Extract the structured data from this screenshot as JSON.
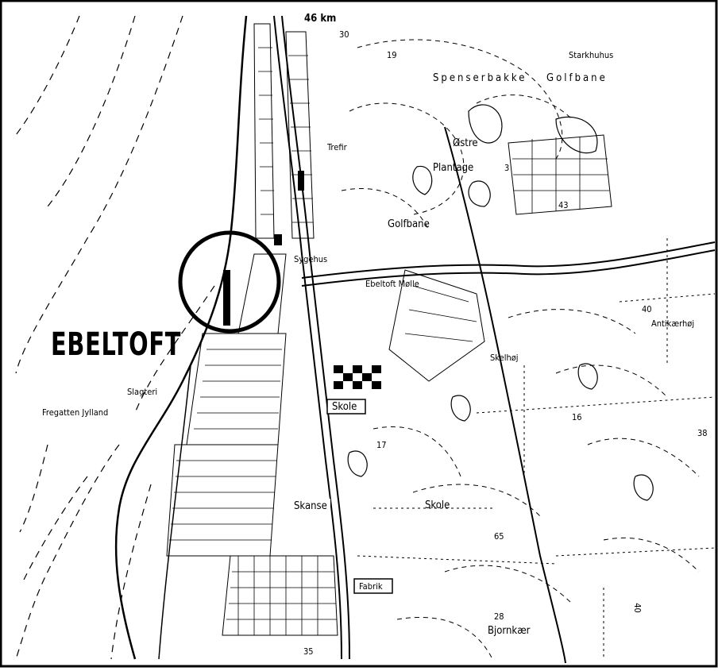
{
  "map": {
    "town_label": "EBELTOFT",
    "labels": {
      "distance": "46 km",
      "tick_top": "30",
      "grid_19": "19",
      "starkhuhus": "Starkhuhus",
      "spenserbakke": "Spenserbakke",
      "golfbane_top": "Golfbane",
      "trefir": "Trefir",
      "ostre": "Østre",
      "plantage": "Plantage",
      "num_3": "3",
      "num_43": "43",
      "golfbane": "Golfbane",
      "sygehus": "Sygehus",
      "ebeltoft_molle": "Ebeltoft Mølle",
      "num_40": "40",
      "antikaerhoj": "Antikærhøj",
      "skelhoj": "Skelhøj",
      "slagteri": "Slagteri",
      "fregatten": "Fregatten Jylland",
      "skole_mid": "Skole",
      "num_16": "16",
      "num_38": "38",
      "num_17": "17",
      "skanse": "Skanse",
      "skole_lower": "Skole",
      "num_65": "65",
      "fabrik": "Fabrik",
      "num_28": "28",
      "bjornkaer": "Bjornkær",
      "num_40b": "40",
      "num_35": "35"
    },
    "colors": {
      "ink": "#000000",
      "paper": "#ffffff"
    }
  }
}
